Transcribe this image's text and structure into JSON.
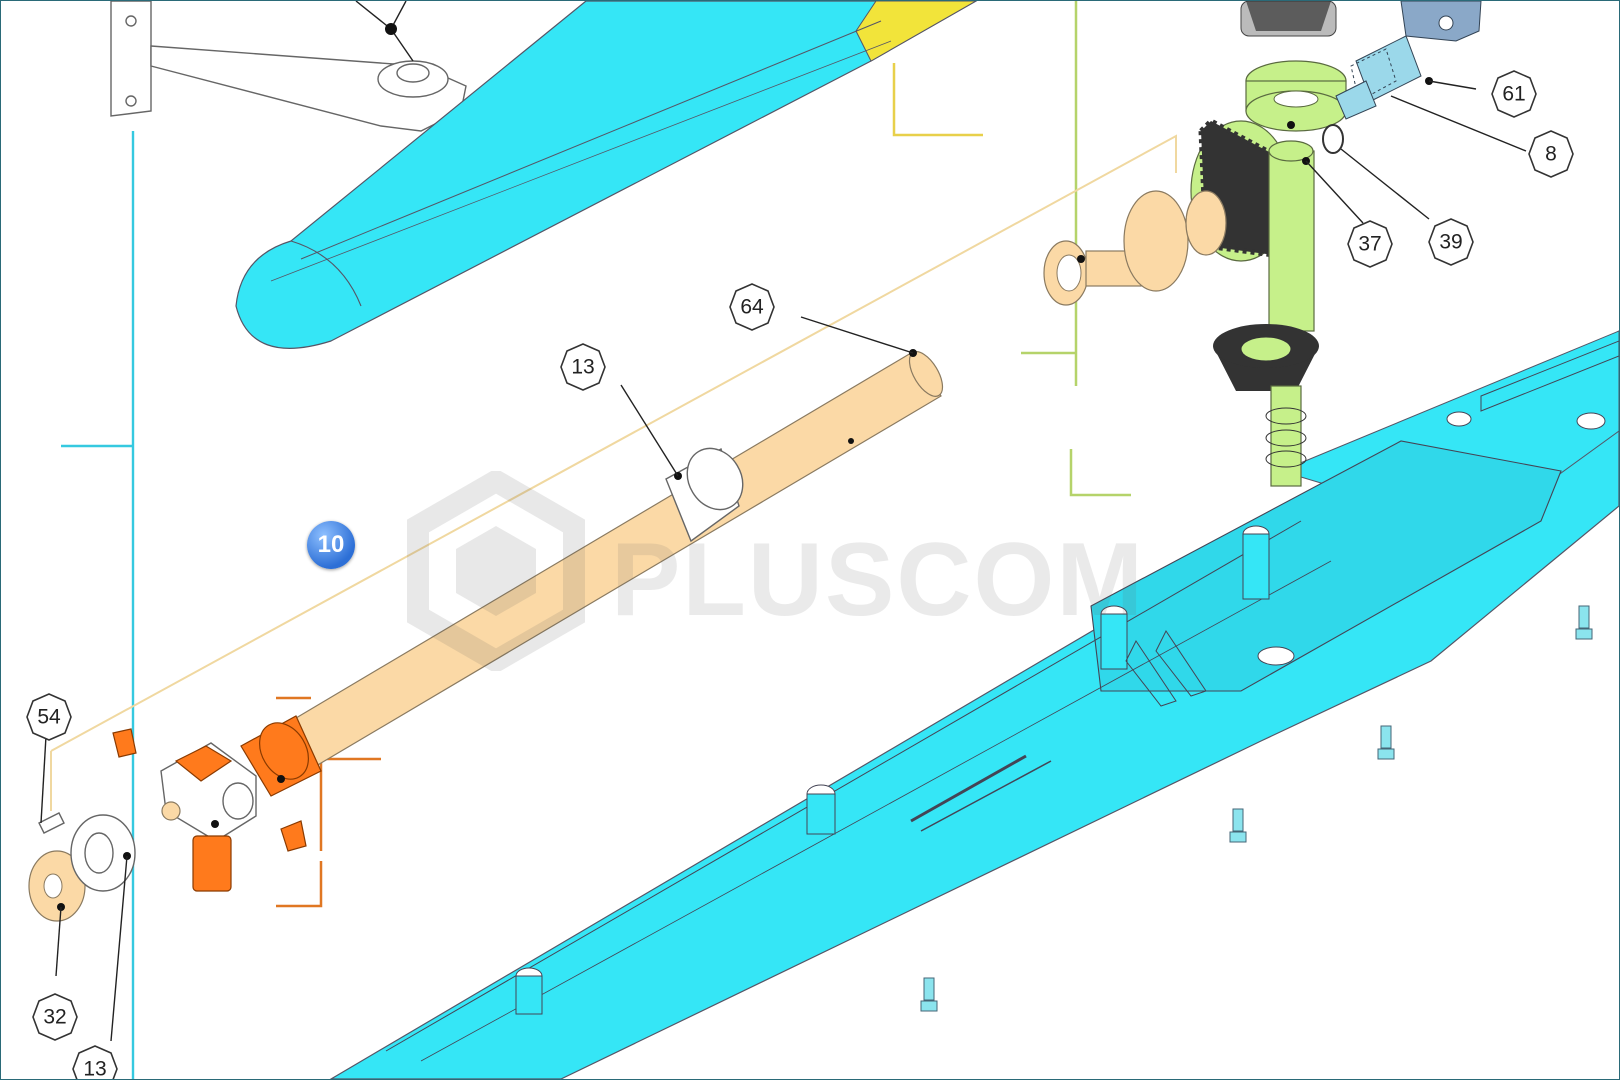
{
  "watermark": "PLUSCOM",
  "selected_badge": "10",
  "callouts": [
    "64",
    "13",
    "61",
    "8",
    "37",
    "39",
    "54",
    "32",
    "13"
  ],
  "colors": {
    "background": "#ffffff",
    "frame": "#2a6a78",
    "cyan_housing": "#35e6f6",
    "drive_shaft": "#fbd9a6",
    "gear_assembly": "#c6f08a",
    "universal_joint": "#ff7a1c",
    "badge": "#2d6fd6"
  },
  "icons": {
    "badge": "numbered-circle-icon",
    "callout": "hexagon-callout-icon"
  }
}
